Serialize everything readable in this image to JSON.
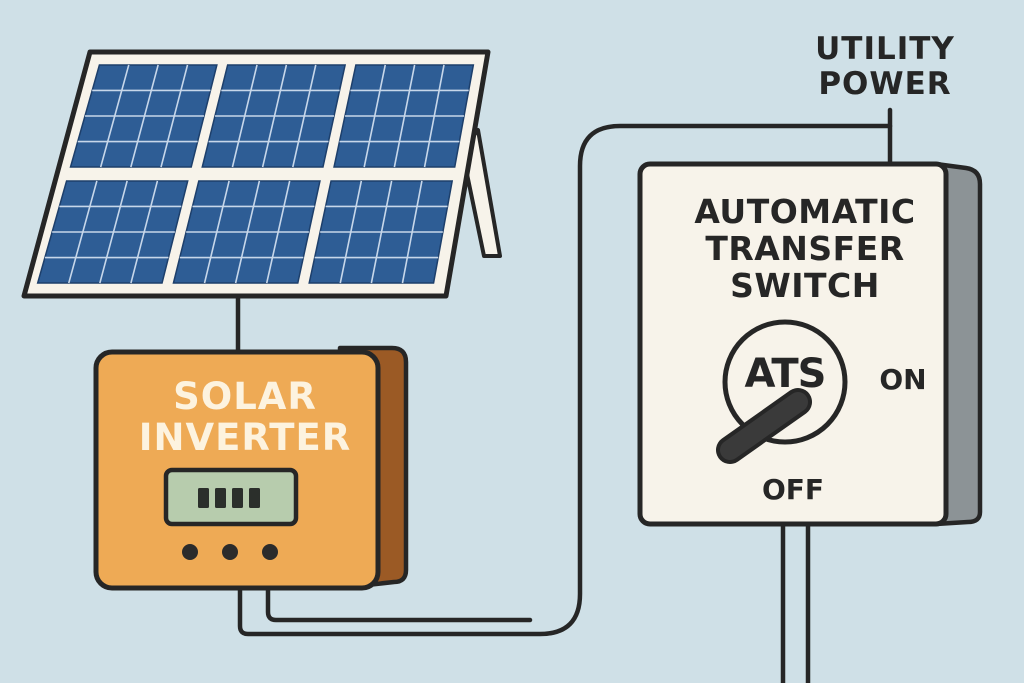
{
  "utility": {
    "line1": "UTILITY",
    "line2": "POWER"
  },
  "transfer_switch": {
    "line1": "AUTOMATIC",
    "line2": "TRANSFER",
    "line3": "SWITCH",
    "badge": "ATS",
    "on_label": "ON",
    "off_label": "OFF"
  },
  "inverter": {
    "line1": "SOLAR",
    "line2": "INVERTER",
    "display_segments": 4,
    "buttons": 3
  },
  "solar_panel": {
    "module_rows": 2,
    "module_cols": 3
  },
  "colors": {
    "background": "#cfe0e7",
    "panel_cell": "#2e5d95",
    "inverter_body": "#eeaa55",
    "switch_body": "#f7f3ea",
    "outline": "#262626"
  }
}
